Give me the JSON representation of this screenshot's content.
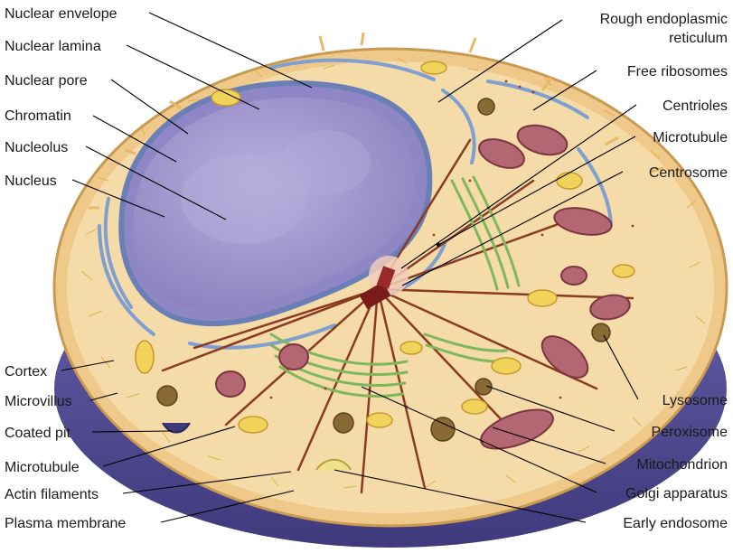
{
  "diagram": {
    "labels_left": [
      {
        "id": "nuclear-envelope",
        "text": "Nuclear envelope"
      },
      {
        "id": "nuclear-lamina",
        "text": "Nuclear lamina"
      },
      {
        "id": "nuclear-pore",
        "text": "Nuclear pore"
      },
      {
        "id": "chromatin",
        "text": "Chromatin"
      },
      {
        "id": "nucleolus",
        "text": "Nucleolus"
      },
      {
        "id": "nucleus",
        "text": "Nucleus"
      },
      {
        "id": "cortex",
        "text": "Cortex"
      },
      {
        "id": "microvillus",
        "text": "Microvillus"
      },
      {
        "id": "coated-pit",
        "text": "Coated pit"
      },
      {
        "id": "microtubule-left",
        "text": "Microtubule"
      },
      {
        "id": "actin-filaments",
        "text": "Actin filaments"
      },
      {
        "id": "plasma-membrane",
        "text": "Plasma membrane"
      }
    ],
    "labels_right": [
      {
        "id": "rough-er",
        "text": "Rough endoplasmic",
        "text2": "reticulum"
      },
      {
        "id": "free-ribosomes",
        "text": "Free ribosomes"
      },
      {
        "id": "centrioles",
        "text": "Centrioles"
      },
      {
        "id": "microtubule-right",
        "text": "Microtubule"
      },
      {
        "id": "centrosome",
        "text": "Centrosome"
      },
      {
        "id": "lysosome",
        "text": "Lysosome"
      },
      {
        "id": "peroxisome",
        "text": "Peroxisome"
      },
      {
        "id": "mitochondrion",
        "text": "Mitochondrion"
      },
      {
        "id": "golgi-apparatus",
        "text": "Golgi apparatus"
      },
      {
        "id": "early-endosome",
        "text": "Early endosome"
      }
    ]
  },
  "colors": {
    "cytoplasm": "#f3d49b",
    "membrane": "#5f5a9e",
    "nucleus": "#a49ad0",
    "golgi": "#8cbf6a",
    "mitochondrion": "#a9545f",
    "filament": "#8b3a22"
  }
}
